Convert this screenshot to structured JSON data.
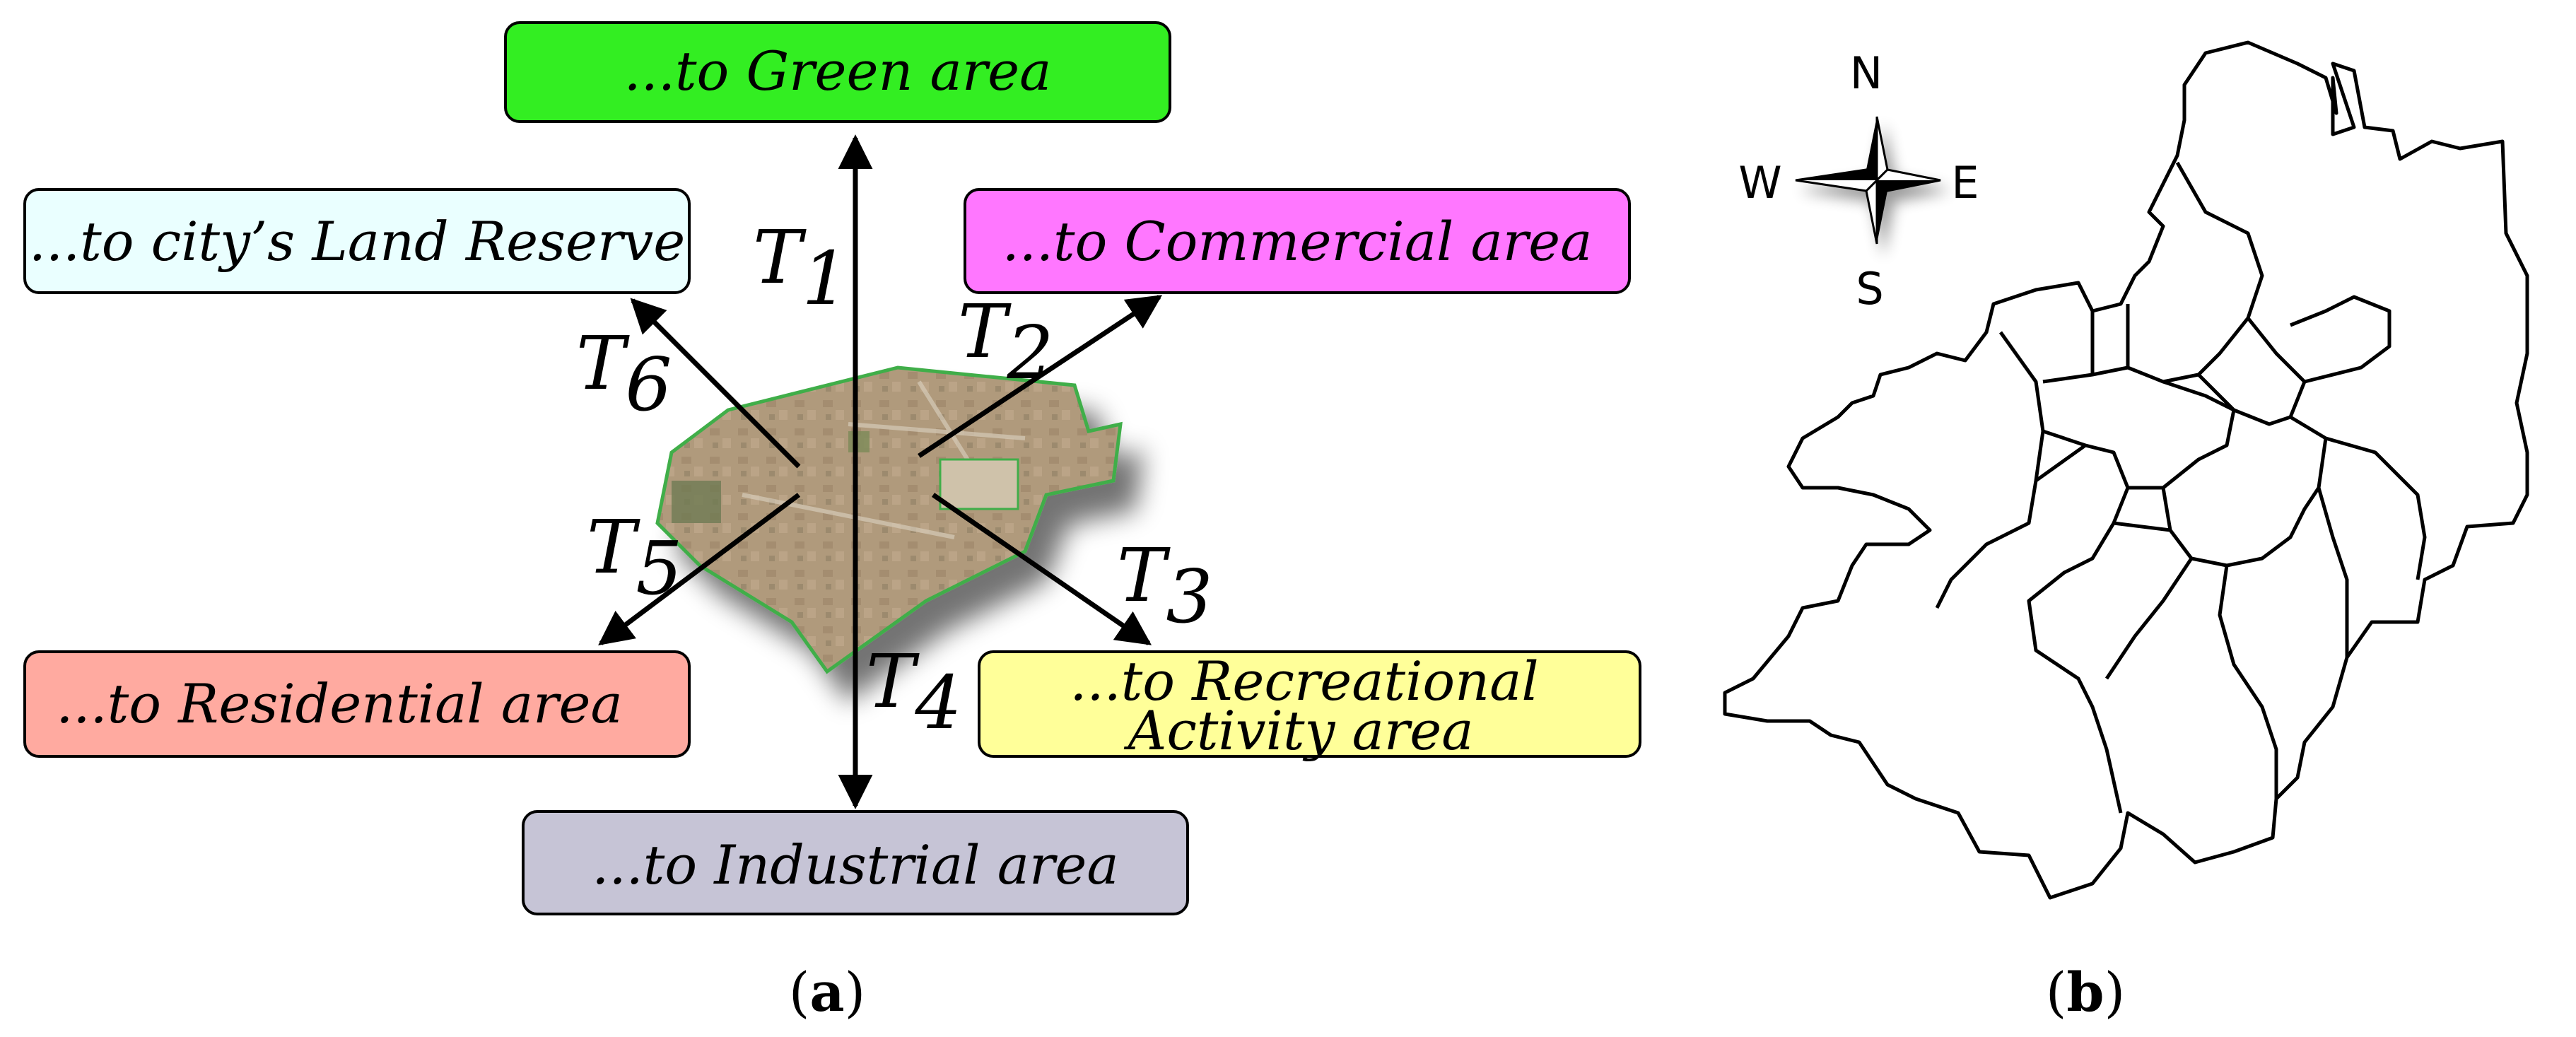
{
  "panel_a": {
    "caption_letter": "a",
    "boxes": {
      "green": {
        "label": "...to Green area",
        "color": "#33ee22"
      },
      "commercial": {
        "label": "...to Commercial area",
        "color": "#ff77ff"
      },
      "land_reserve": {
        "label": "...to city’s Land Reserve",
        "color": "#eaffff"
      },
      "residential": {
        "label": "...to Residential area",
        "color": "#ffaaa0"
      },
      "recreational_line1": {
        "label": "...to Recreational",
        "color": "#ffff99"
      },
      "recreational_line2": {
        "label": "Activity area"
      },
      "industrial": {
        "label": "...to Industrial area",
        "color": "#c6c4d6"
      }
    },
    "transitions": [
      {
        "letter": "T",
        "index": "1"
      },
      {
        "letter": "T",
        "index": "2"
      },
      {
        "letter": "T",
        "index": "3"
      },
      {
        "letter": "T",
        "index": "4"
      },
      {
        "letter": "T",
        "index": "5"
      },
      {
        "letter": "T",
        "index": "6"
      }
    ]
  },
  "panel_b": {
    "caption_letter": "b",
    "compass": {
      "north": "N",
      "south": "S",
      "east": "E",
      "west": "W"
    }
  }
}
